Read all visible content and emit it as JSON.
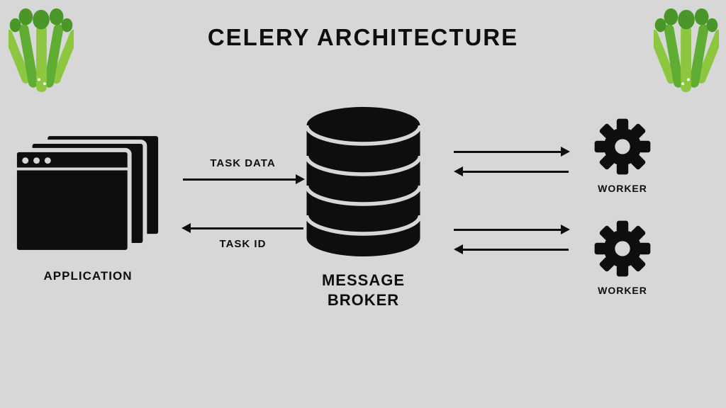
{
  "title": "CELERY ARCHITECTURE",
  "nodes": {
    "application": {
      "label": "APPLICATION"
    },
    "broker": {
      "label": "MESSAGE BROKER",
      "line1": "MESSAGE",
      "line2": "BROKER"
    },
    "worker1": {
      "label": "WORKER"
    },
    "worker2": {
      "label": "WORKER"
    }
  },
  "edges": {
    "task_data_label": "TASK DATA",
    "task_id_label": "TASK ID"
  },
  "icons": {
    "top_left": "celery-icon",
    "top_right": "celery-icon",
    "application": "stacked-browser-windows-icon",
    "broker": "database-cylinder-icon",
    "worker": "gear-icon"
  },
  "colors": {
    "background": "#d7d7d7",
    "ink": "#0e0e0e",
    "celery_light": "#8dc63f",
    "celery_dark": "#5fae33",
    "celery_leaf": "#4a9629"
  }
}
